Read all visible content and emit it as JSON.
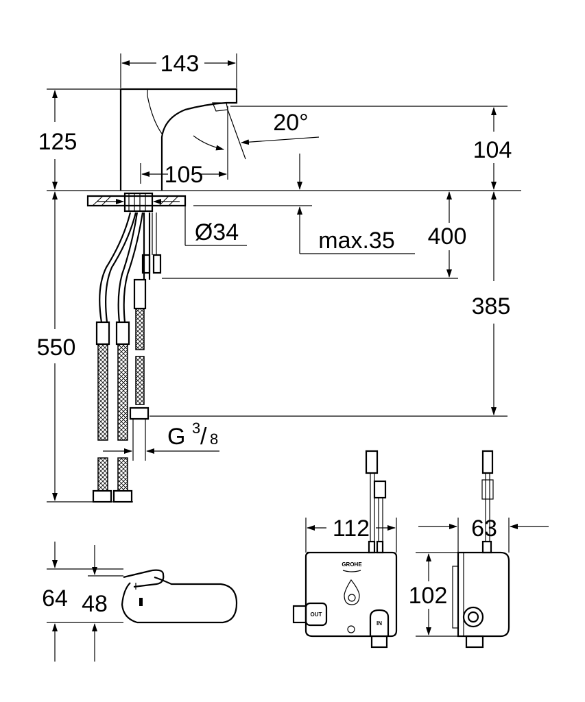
{
  "dimensions": {
    "width_top": "143",
    "height_spout": "125",
    "spout_angle": "20°",
    "spout_reach": "105",
    "spout_height": "104",
    "hole_diameter": "Ø34",
    "deck_thickness": "max.35",
    "connector_length": "400",
    "hose_to_control": "385",
    "total_height": "550",
    "thread_main": "G ",
    "thread_num": "3",
    "thread_den": "/",
    "thread_den_val": "8",
    "box_width": "112",
    "box_depth": "63",
    "box_height": "102",
    "lever_height_outer": "64",
    "lever_height_inner": "48"
  },
  "box_labels": {
    "outlet": "OUT",
    "inlet": "IN",
    "brand": "GROHE"
  }
}
